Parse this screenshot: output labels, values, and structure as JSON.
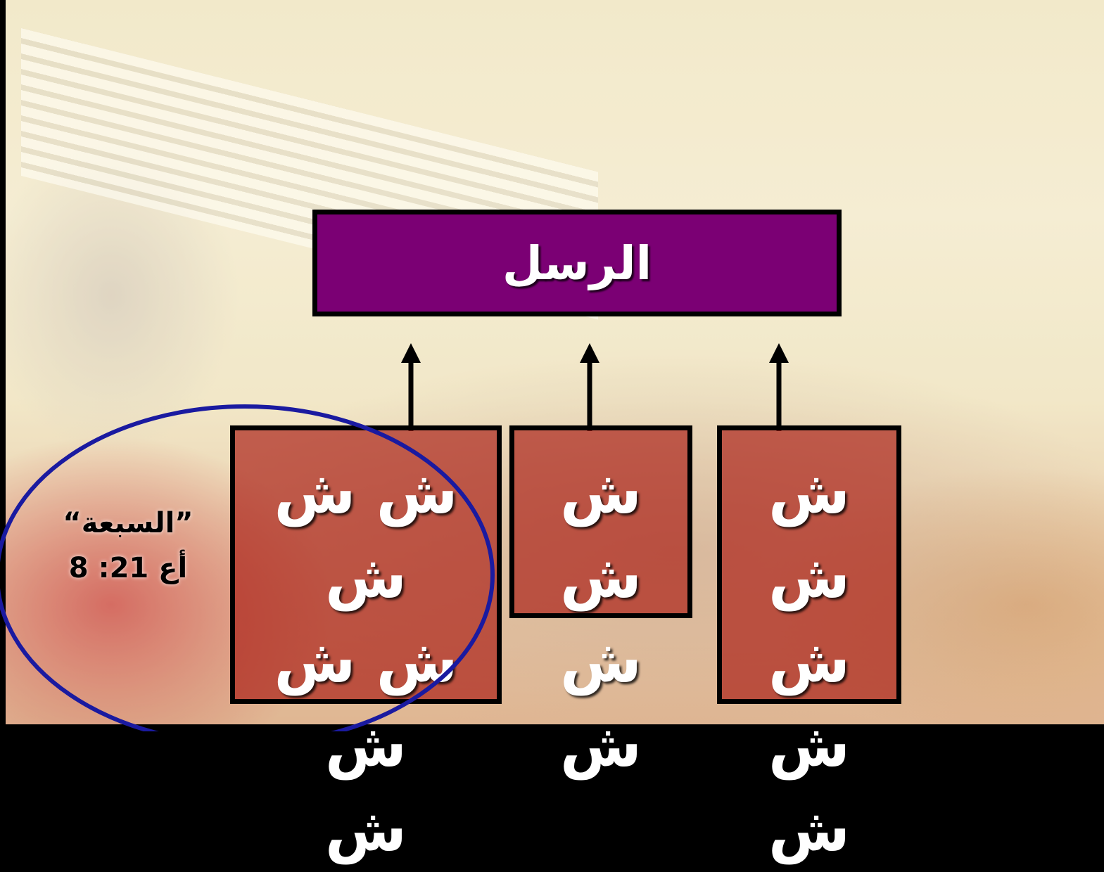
{
  "diagram": {
    "top_node": {
      "label": "الرسل"
    },
    "groups": [
      {
        "lines": [
          "ش ش ش",
          "ش ش ش",
          "ش"
        ]
      },
      {
        "lines": [
          "ش ش",
          "ش ش"
        ]
      },
      {
        "lines": [
          "ش ش",
          "ش ش",
          "ش"
        ]
      }
    ],
    "annotation": {
      "title": "”السبعة“",
      "reference": "أع 21: 8"
    }
  },
  "colors": {
    "top_node_fill": "#7b0074",
    "group_fill": "#aa1e14",
    "ellipse_stroke": "#1a1aa0",
    "arrow": "#000000"
  }
}
